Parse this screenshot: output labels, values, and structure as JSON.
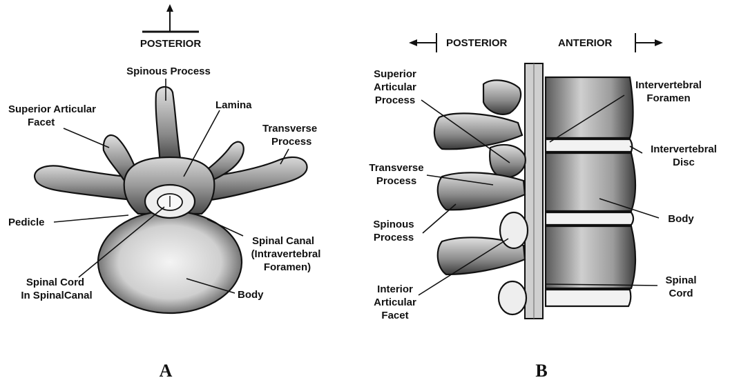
{
  "panel_a": {
    "panel_letter": "A",
    "orientation_label": "POSTERIOR",
    "labels": {
      "spinous_process": "Spinous Process",
      "superior_articular_facet": [
        "Superior Articular",
        "Facet"
      ],
      "lamina": "Lamina",
      "transverse_process": [
        "Transverse",
        "Process"
      ],
      "pedicle": "Pedicle",
      "spinal_canal": [
        "Spinal Canal",
        "(Intravertebral",
        "Foramen)"
      ],
      "spinal_cord": [
        "Spinal Cord",
        "In SpinalCanal"
      ],
      "body": "Body"
    }
  },
  "panel_b": {
    "panel_letter": "B",
    "posterior_label": "POSTERIOR",
    "anterior_label": "ANTERIOR",
    "labels": {
      "superior_articular_process": [
        "Superior",
        "Articular",
        "Process"
      ],
      "transverse_process": [
        "Transverse",
        "Process"
      ],
      "spinous_process": [
        "Spinous",
        "Process"
      ],
      "interior_articular_facet": [
        "Interior",
        "Articular",
        "Facet"
      ],
      "intervertebral_foramen": [
        "Intervertebral",
        "Foramen"
      ],
      "intervertebral_disc": [
        "Intervertebral",
        "Disc"
      ],
      "body": "Body",
      "spinal_cord": [
        "Spinal",
        "Cord"
      ]
    }
  }
}
